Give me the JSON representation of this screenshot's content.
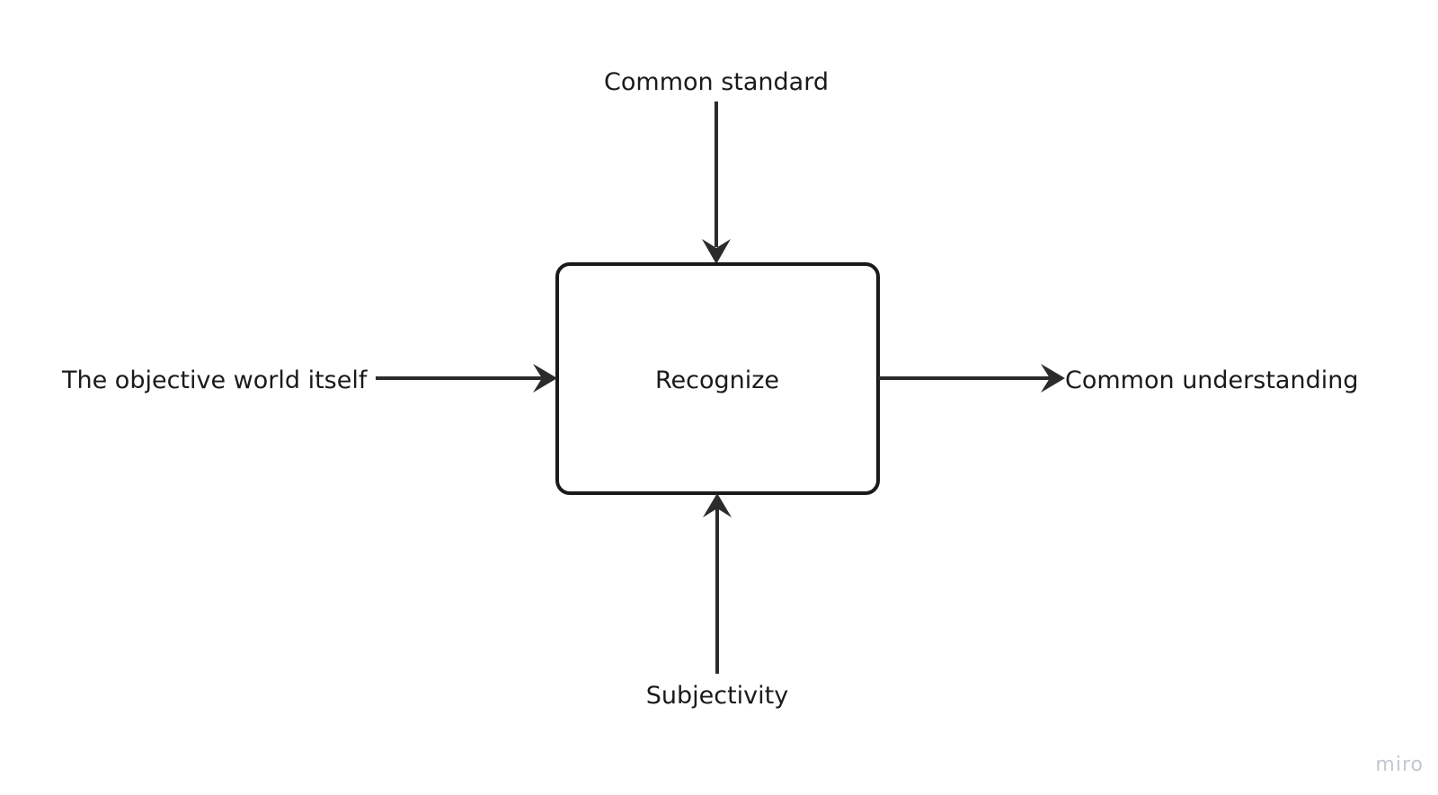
{
  "diagram": {
    "process": {
      "label": "Recognize"
    },
    "inputs": {
      "top": "Common standard",
      "left": "The objective world itself",
      "bottom": "Subjectivity"
    },
    "output": {
      "right": "Common understanding"
    },
    "colors": {
      "stroke": "#1a1a1a",
      "arrow": "#2b2b2b",
      "text": "#1a1a1a",
      "watermark": "#c2c7cf"
    }
  },
  "watermark": {
    "text": "miro"
  }
}
